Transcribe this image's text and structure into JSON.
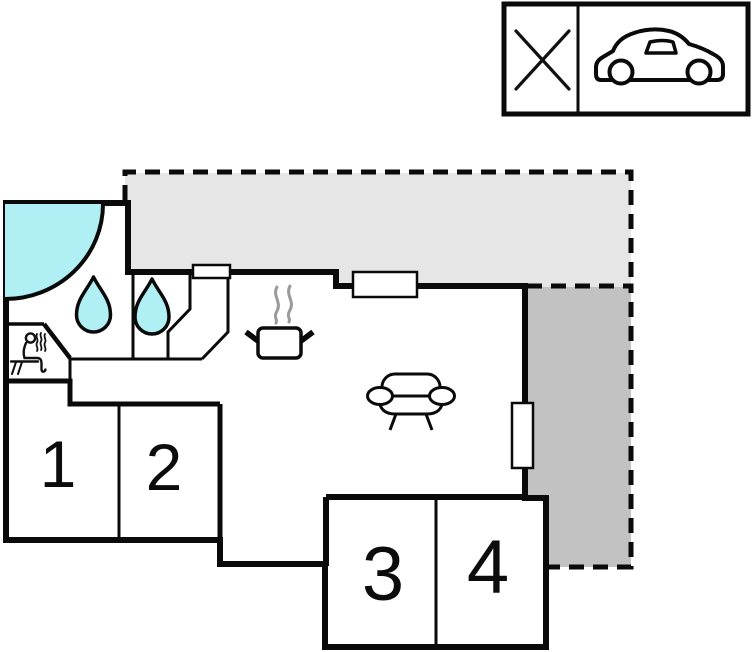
{
  "plan": {
    "rooms": {
      "room1": "1",
      "room2": "2",
      "room3": "3",
      "room4": "4"
    },
    "features": {
      "bath": "corner-bathtub-icon",
      "shower": "water-drop-icon",
      "sauna": "sauna-person-icon",
      "stove": "steaming-pot-icon",
      "sofa": "sofa-icon",
      "windows": 3,
      "terraces": [
        "upper-terrace",
        "side-terrace"
      ]
    }
  },
  "sign": {
    "left_icon": "crossed-out-x-icon",
    "right_icon": "car-icon"
  },
  "colors": {
    "water": "#b0eff3",
    "terrace_light": "#e6e6e6",
    "terrace_dark": "#c2c2c2",
    "wall": "#0a0a0a",
    "steam": "#9a9a9a",
    "paper": "#ffffff"
  }
}
